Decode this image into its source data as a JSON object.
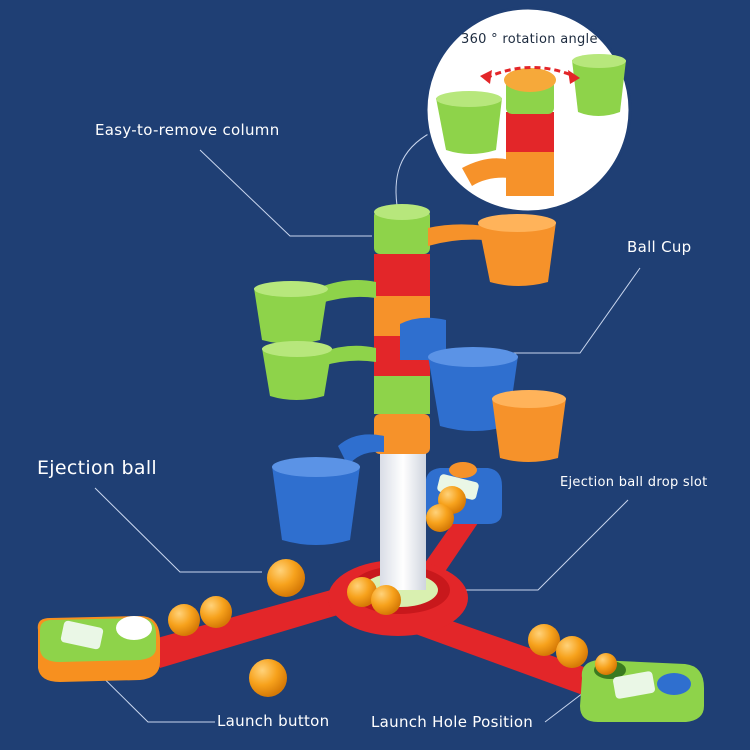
{
  "labels": {
    "rotation": "360 ° rotation angle",
    "column": "Easy-to-remove column",
    "ball_cup": "Ball Cup",
    "ejection_ball": "Ejection ball",
    "drop_slot": "Ejection ball drop slot",
    "launch_button": "Launch button",
    "launch_hole": "Launch Hole Position"
  },
  "colors": {
    "background": "#1f3f74",
    "green": "#8ed34a",
    "red": "#e32629",
    "orange": "#f6922a",
    "blue": "#2f6fcf",
    "ball": "#f7a21c",
    "label": "#ffffff"
  }
}
